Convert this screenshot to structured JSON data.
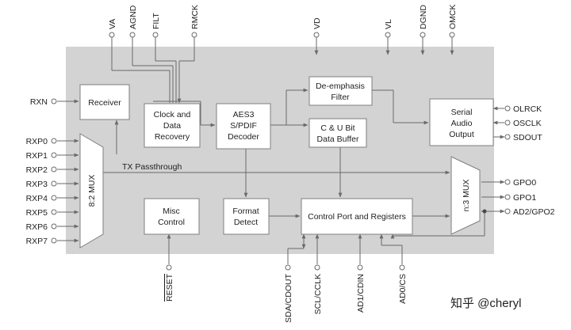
{
  "colors": {
    "chip_fill": "#d3d3d3",
    "block_fill": "#ffffff",
    "line": "#6a6a6a",
    "text": "#1f1f1f",
    "watermark": "#8a8a8a"
  },
  "pins": {
    "va": "VA",
    "agnd": "AGND",
    "filt": "FILT",
    "rmck": "RMCK",
    "vd": "VD",
    "vl": "VL",
    "dgnd": "DGND",
    "omck": "OMCK",
    "rxn": "RXN",
    "rxp0": "RXP0",
    "rxp1": "RXP1",
    "rxp2": "RXP2",
    "rxp3": "RXP3",
    "rxp4": "RXP4",
    "rxp5": "RXP5",
    "rxp6": "RXP6",
    "rxp7": "RXP7",
    "olrck": "OLRCK",
    "osclk": "OSCLK",
    "sdout": "SDOUT",
    "gpo0": "GPO0",
    "gpo1": "GPO1",
    "ad2_gpo2": "AD2/GPO2",
    "reset": "RESET",
    "sda_cdout": "SDA/CDOUT",
    "scl_cclk": "SCL/CCLK",
    "ad1_cdin": "AD1/CDIN",
    "ad0_cs": "AD0/CS"
  },
  "blocks": {
    "receiver": "Receiver",
    "clock_recovery": [
      "Clock and",
      "Data",
      "Recovery"
    ],
    "aes3_decoder": [
      "AES3",
      "S/PDIF",
      "Decoder"
    ],
    "de_emphasis": [
      "De-emphasis",
      "Filter"
    ],
    "cu_buffer": [
      "C & U Bit",
      "Data Buffer"
    ],
    "serial_audio": [
      "Serial",
      "Audio",
      "Output"
    ],
    "input_mux": "8:2 MUX",
    "output_mux": "n:3 MUX",
    "misc_control": [
      "Misc",
      "Control"
    ],
    "format_detect": [
      "Format",
      "Detect"
    ],
    "control_port": "Control Port and Registers"
  },
  "signals": {
    "tx_passthrough": "TX Passthrough"
  },
  "watermark": "知乎 @cheryl"
}
